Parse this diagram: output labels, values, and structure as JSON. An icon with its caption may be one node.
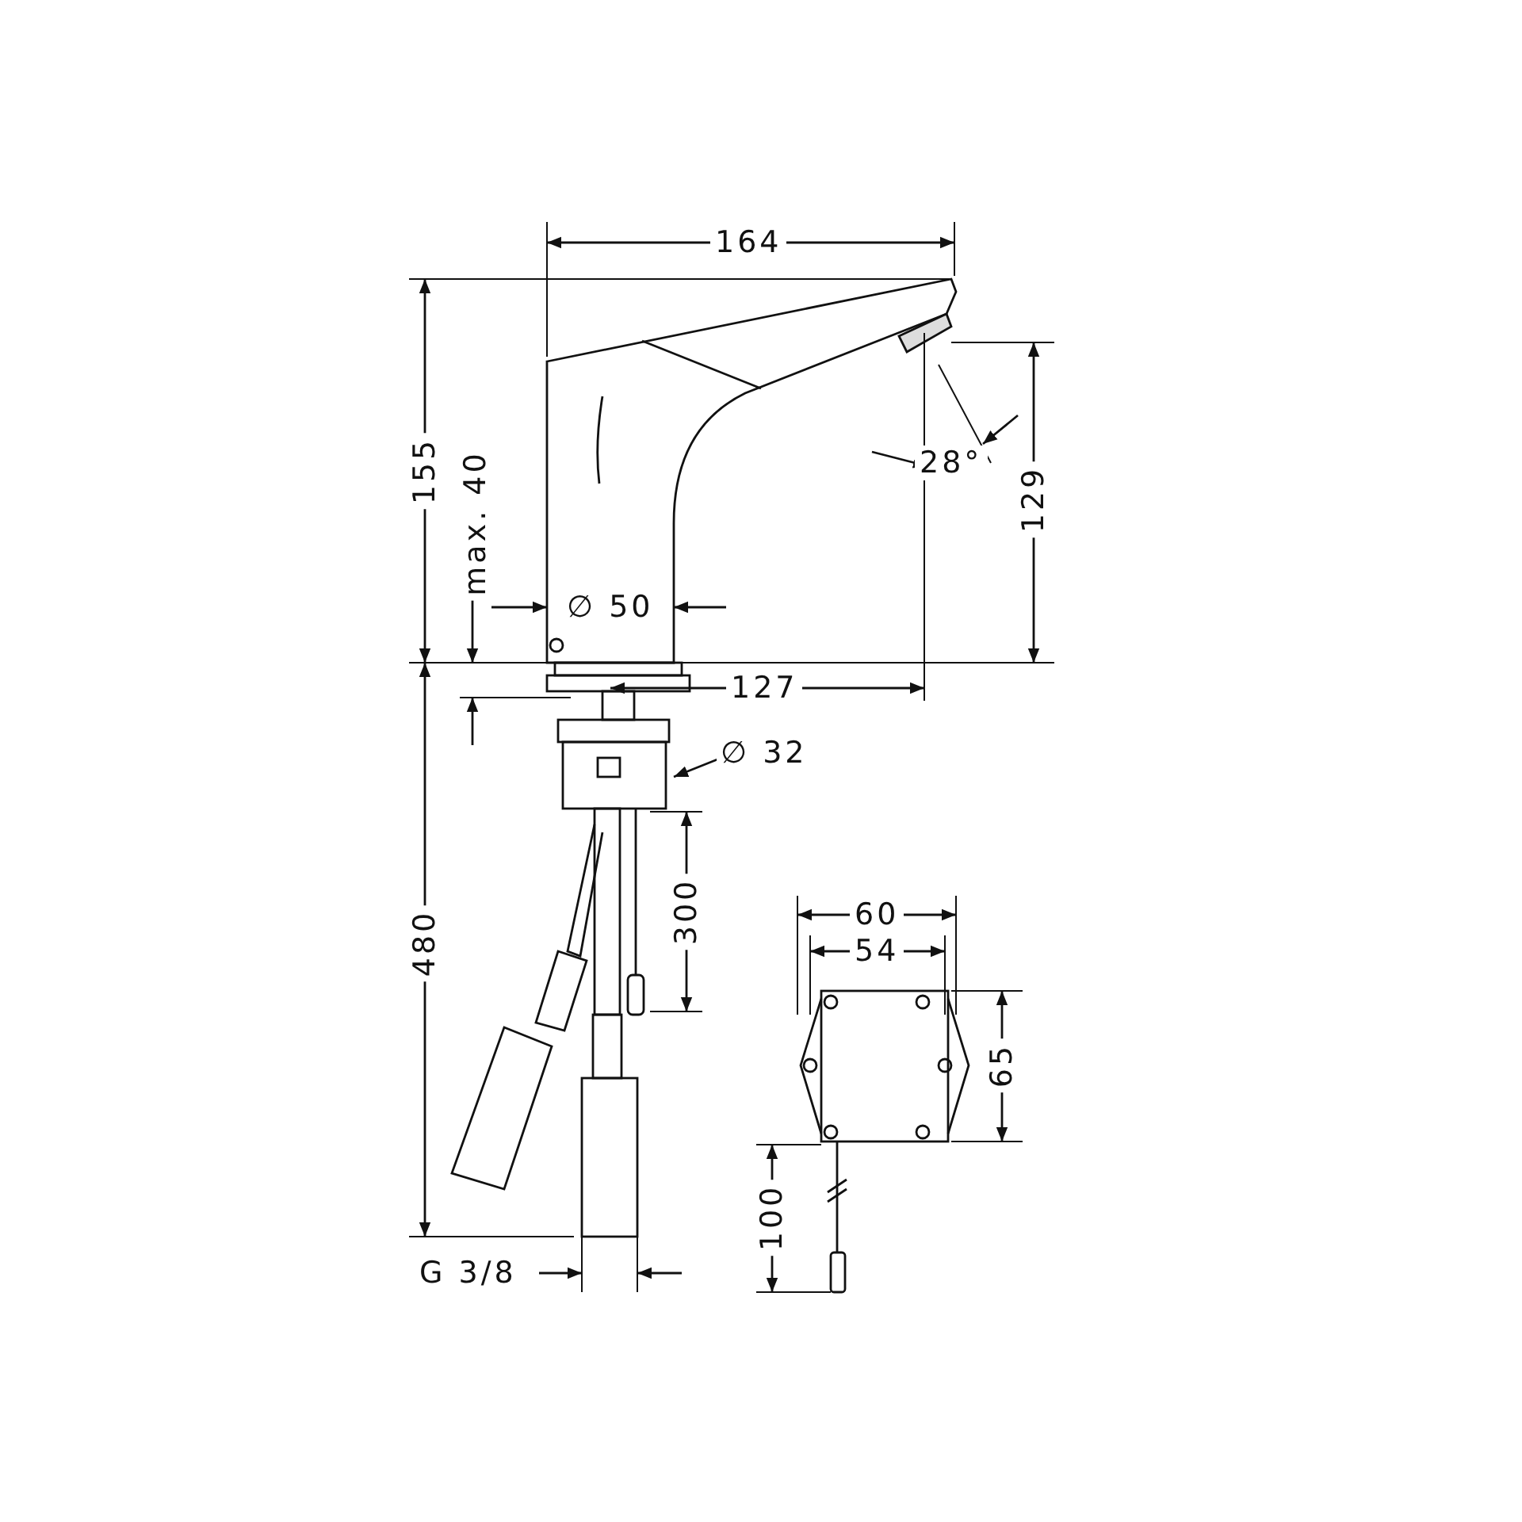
{
  "diagram": {
    "labels": [
      "164",
      "155",
      "max. 40",
      "28°",
      "129",
      "∅ 50",
      "127",
      "∅ 32",
      "300",
      "480",
      "60",
      "54",
      "65",
      "100",
      "G 3/8"
    ]
  }
}
